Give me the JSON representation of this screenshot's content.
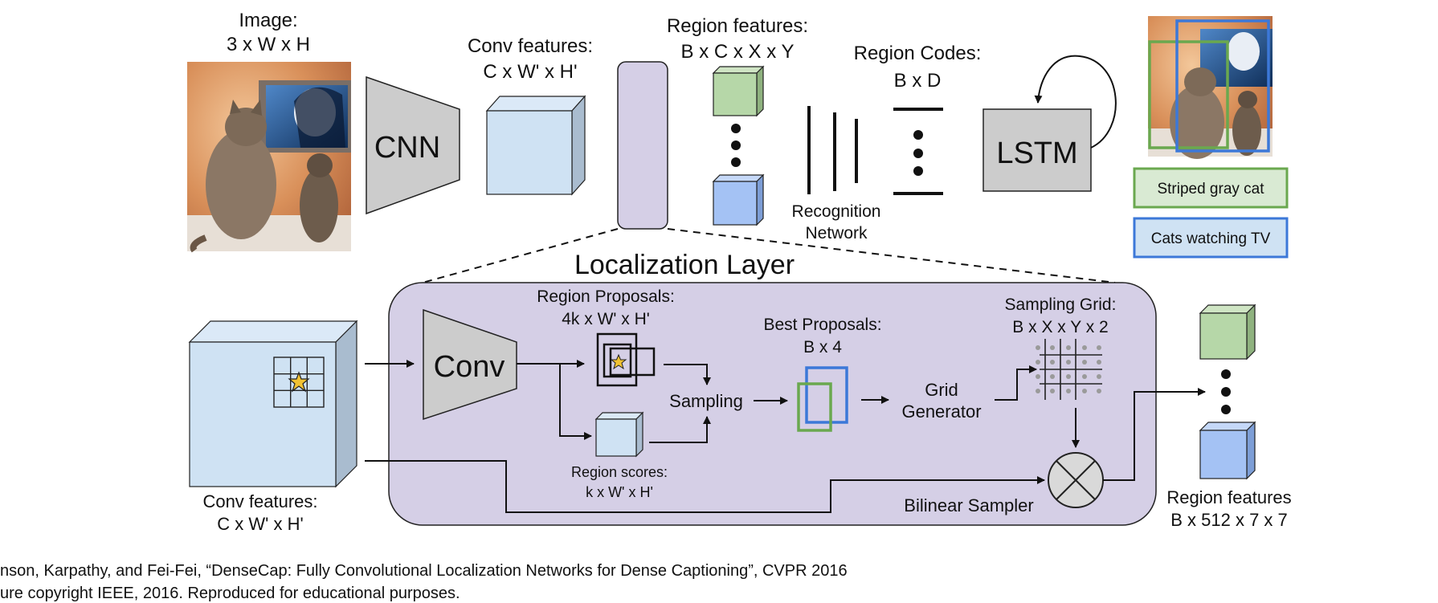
{
  "top": {
    "image_label": "Image:",
    "image_dims": "3 x W x H",
    "cnn_label": "CNN",
    "conv_features_label": "Conv features:",
    "conv_features_dims": "C x W' x H'",
    "region_features_label": "Region features:",
    "region_features_dims": "B x C x X x Y",
    "recognition_network_line1": "Recognition",
    "recognition_network_line2": "Network",
    "region_codes_label": "Region Codes:",
    "region_codes_dims": "B x D",
    "lstm_label": "LSTM",
    "caption_1": "Striped gray cat",
    "caption_2": "Cats watching TV"
  },
  "localization": {
    "title": "Localization Layer",
    "input_label": "Conv features:",
    "input_dims": "C x W' x H'",
    "conv_label": "Conv",
    "region_proposals_label": "Region Proposals:",
    "region_proposals_dims": "4k x W' x H'",
    "region_scores_label": "Region scores:",
    "region_scores_dims": "k x W' x H'",
    "sampling_label": "Sampling",
    "best_proposals_label": "Best Proposals:",
    "best_proposals_dims": "B x 4",
    "grid_generator_line1": "Grid",
    "grid_generator_line2": "Generator",
    "sampling_grid_label": "Sampling Grid:",
    "sampling_grid_dims": "B x X x Y x 2",
    "bilinear_sampler_label": "Bilinear Sampler",
    "output_label": "Region features",
    "output_dims": "B x 512 x 7 x 7"
  },
  "citation": {
    "line1": "nson, Karpathy, and Fei-Fei, “DenseCap: Fully Convolutional Localization Networks for Dense Captioning”, CVPR 2016",
    "line2": "ure copyright IEEE, 2016. Reproduced for educational purposes."
  },
  "colors": {
    "lavender": "#d5cfe6",
    "light_blue": "#cfe2f3",
    "green": "#b6d7a8",
    "blue": "#a4c2f4",
    "gray": "#cccccc",
    "green_border": "#6aa84f",
    "blue_border": "#3c78d8"
  }
}
